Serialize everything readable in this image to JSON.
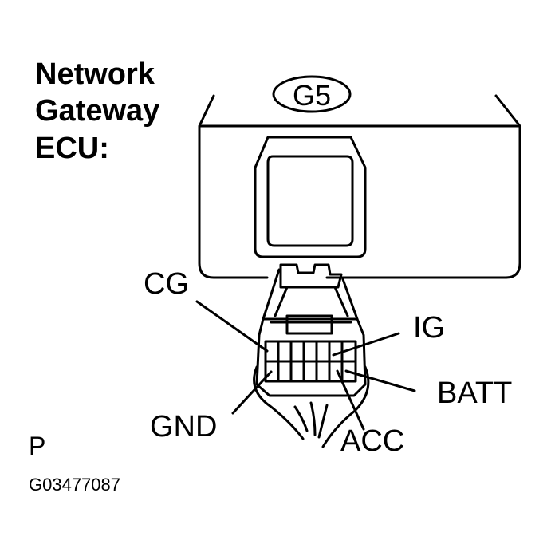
{
  "title": {
    "line1": "Network",
    "line2": "Gateway",
    "line3": "ECU:"
  },
  "connector_code": "G5",
  "terminals": {
    "cg": "CG",
    "ig": "IG",
    "batt": "BATT",
    "gnd": "GND",
    "acc": "ACC"
  },
  "footer": {
    "view_mark": "P",
    "figure_id": "G03477087"
  }
}
